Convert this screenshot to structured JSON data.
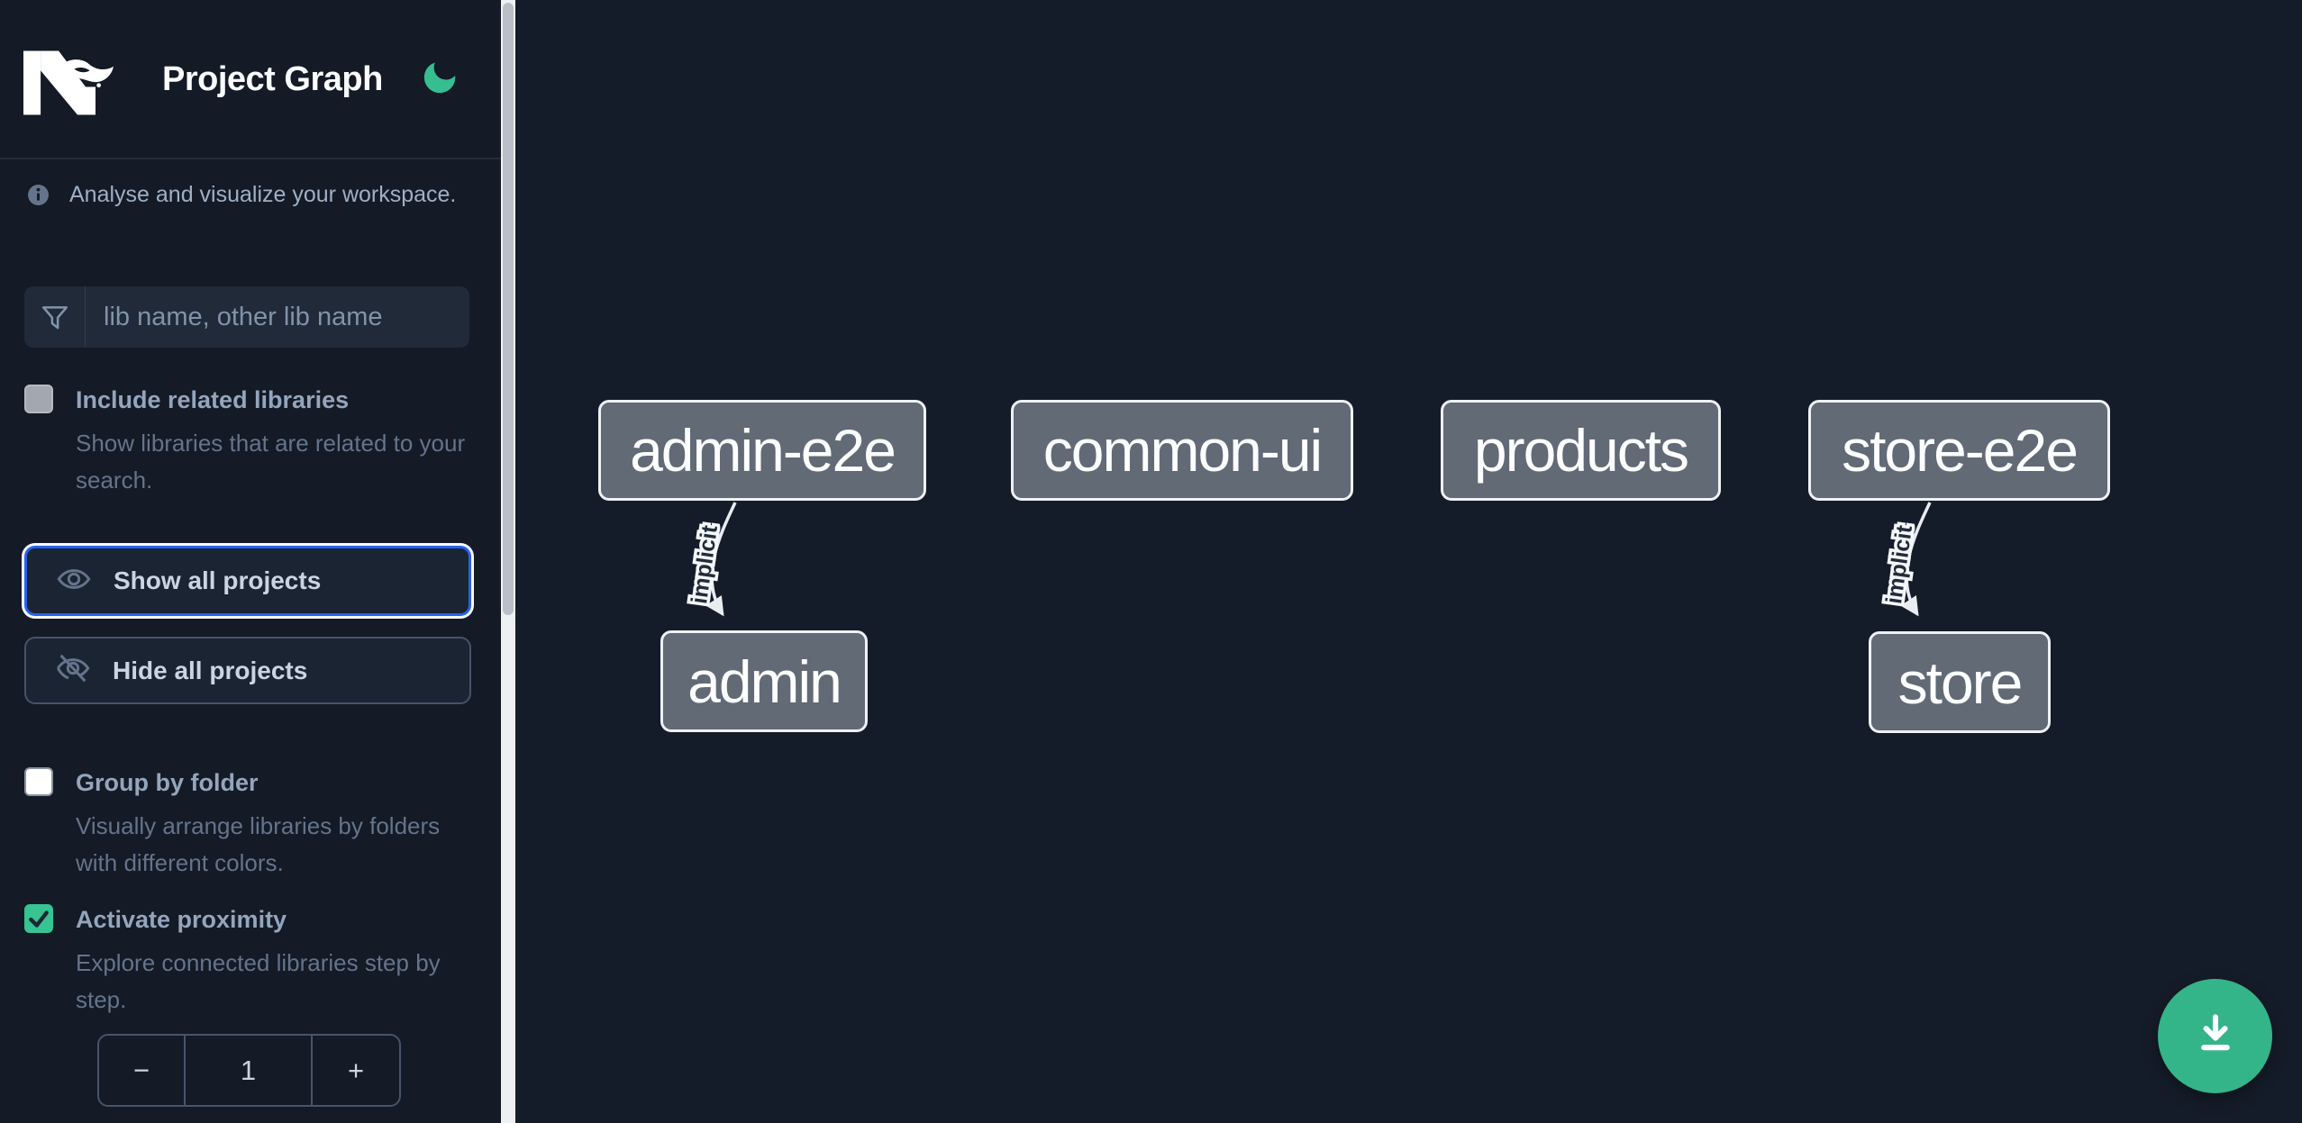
{
  "header": {
    "title": "Project Graph",
    "logo_icon": "nx-logo",
    "theme_icon": "moon-icon"
  },
  "intro": {
    "text": "Analyse and visualize your workspace."
  },
  "search": {
    "placeholder": "lib name, other lib name",
    "value": "",
    "icon": "funnel-icon"
  },
  "filters": {
    "include_related": {
      "label": "Include related libraries",
      "description": "Show libraries that are related to your search.",
      "checked": false
    },
    "group_by_folder": {
      "label": "Group by folder",
      "description": "Visually arrange libraries by folders with different colors.",
      "checked": false
    },
    "activate_proximity": {
      "label": "Activate proximity",
      "description": "Explore connected libraries step by step.",
      "checked": true
    }
  },
  "actions": {
    "show_all": "Show all projects",
    "hide_all": "Hide all projects"
  },
  "proximity_stepper": {
    "decrement": "−",
    "value": "1",
    "increment": "+"
  },
  "graph": {
    "nodes": [
      {
        "label": "admin-e2e"
      },
      {
        "label": "common-ui"
      },
      {
        "label": "products"
      },
      {
        "label": "store-e2e"
      },
      {
        "label": "admin"
      },
      {
        "label": "store"
      }
    ],
    "edges": [
      {
        "source": "admin-e2e",
        "target": "admin",
        "label": "implicit"
      },
      {
        "source": "store-e2e",
        "target": "store",
        "label": "implicit"
      }
    ]
  },
  "fab": {
    "icon": "download"
  },
  "colors": {
    "accent_green": "#34b489",
    "moon_green": "#36bd90",
    "checkbox_green": "#35c492",
    "focus_blue": "#2563eb",
    "node_fill": "#626a76",
    "sidebar_bg": "#141a26",
    "canvas_bg": "#151c29"
  }
}
